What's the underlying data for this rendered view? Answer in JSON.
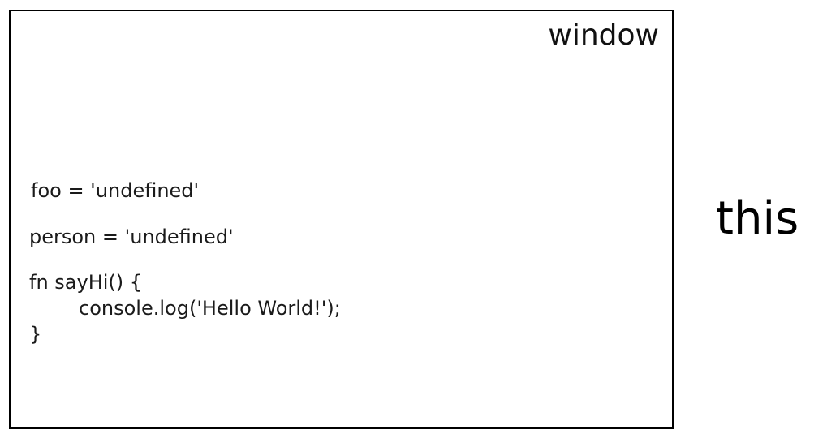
{
  "window": {
    "title": "window",
    "lines": [
      "foo = 'undefined'",
      "person = 'undefined'",
      "fn sayHi() {",
      "        console.log('Hello World!');",
      "}"
    ]
  },
  "outside": {
    "label": "this"
  }
}
